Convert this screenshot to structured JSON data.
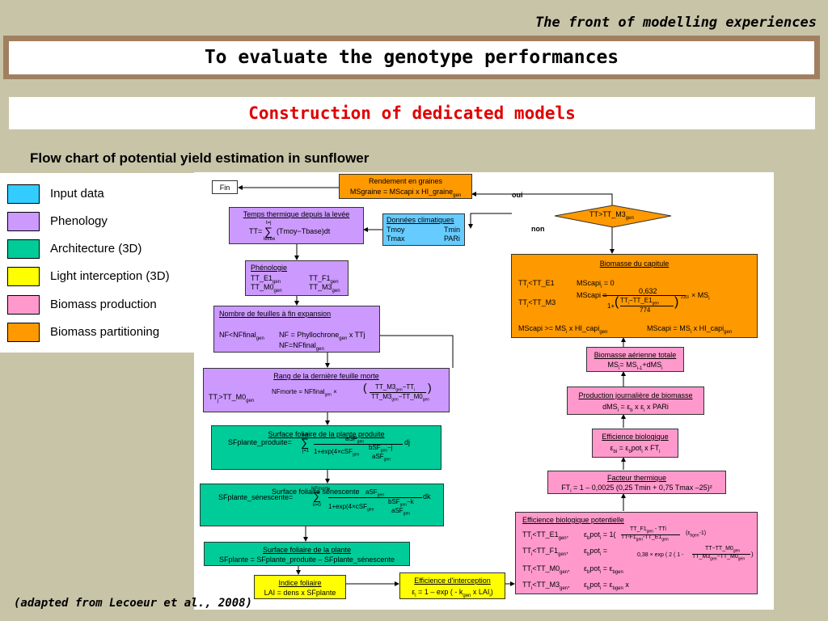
{
  "header": {
    "section": "The front of modelling experiences"
  },
  "title": "To evaluate the genotype performances",
  "subtitle": "Construction of dedicated models",
  "flow_title": "Flow chart of potential yield estimation in sunflower",
  "legend": [
    {
      "label": "Input data",
      "color": "#33ccff"
    },
    {
      "label": "Phenology",
      "color": "#cc99ff"
    },
    {
      "label": "Architecture (3D)",
      "color": "#00cc99"
    },
    {
      "label": "Light interception (3D)",
      "color": "#ffff00"
    },
    {
      "label": "Biomass production",
      "color": "#ff99cc"
    },
    {
      "label": "Biomass partitioning",
      "color": "#ff9900"
    }
  ],
  "diagram": {
    "fin": "Fin",
    "oui": "oui",
    "non": "non",
    "rendement": {
      "title": "Rendement en graines",
      "formula": "MSgraine = MScapi x HI_graine",
      "sub": "gen"
    },
    "decision": {
      "text": "TT>TT_M3",
      "sub": "gen"
    },
    "temps": {
      "title": "Temps thermique depuis la levée",
      "lhs": "TT=",
      "sum_top": "t=j",
      "sum_bottom": "levée",
      "rhs": "(Tmoy−Tbase)dt"
    },
    "climat": {
      "title": "Données climatiques",
      "r1a": "Tmoy",
      "r1b": "Tmin",
      "r2a": "Tmax",
      "r2b": "PARi"
    },
    "phenologie": {
      "title": "Phénologie",
      "a": "TT_E1",
      "b": "TT_F1",
      "c": "TT_M0",
      "d": "TT_M3",
      "sa": "gen",
      "sb": "gen",
      "sc": "gen",
      "sd": "gen"
    },
    "feuilles": {
      "title": "Nombre de feuilles à fin expansion",
      "cond": "NF<NFfinal",
      "cond_sub": "gen",
      "eq1": "NF = Phyllochrone",
      "eq1_sub": "gen",
      "eq1_tail": " x TTj",
      "eq2": "NF=NFfinal",
      "eq2_sub": "gen"
    },
    "rang": {
      "title": "Rang de la dernière feuille morte",
      "cond": "TT",
      "cond_i": "j",
      "cond_tail": ">TT_M0",
      "cond_sub": "gen",
      "lhs": "NFmorte = NFfinal",
      "lhs_sub": "gen",
      "times": "×",
      "num": "TT_M3",
      "num_sub": "gen",
      "num_tail": "−TT",
      "num_i": "i",
      "den": "TT_M3",
      "den_sub": "gen",
      "den_mid": "−TT_M0",
      "den_sub2": "gen"
    },
    "surface_produite": {
      "title": "Surface foliaire de la plante produite",
      "lhs": "SFplante_produite=",
      "sum_top": "NF",
      "sum_bottom": "j=1",
      "num": "aSF",
      "num_sub": "gen",
      "dj": "dj",
      "den_a": "1+exp(4×cSF",
      "den_sub": "gen",
      "den_b": "bSF",
      "den_b_sub": "gen",
      "den_c": "−j",
      "den_d": "aSF",
      "den_d_sub": "gen"
    },
    "surface_senescente": {
      "title": "Surface foliaire sénescente",
      "lhs": "SFplante_sénescente=",
      "sum_top": "NFmorte",
      "sum_bottom": "k=0",
      "num": "aSF",
      "num_sub": "gen",
      "dk": "dk",
      "den_a": "1+exp(4×cSF",
      "den_sub": "gen",
      "den_b": "bSF",
      "den_b_sub": "gen",
      "den_c": "−k",
      "den_d": "aSF",
      "den_d_sub": "gen"
    },
    "surface_plante": {
      "title": "Surface foliaire de la plante",
      "formula": "SFplante = SFplante_produite – SFplante_sénescente"
    },
    "indice": {
      "title": "Indice foliaire",
      "formula": "LAI = dens x SFplante"
    },
    "interception": {
      "title": "Efficience d'interception",
      "formula_a": "ε",
      "formula_a_sub": "i",
      "formula_b": " = 1 – exp ( - k",
      "formula_b_sub": "gen",
      "formula_c": " x LAI",
      "formula_c_sub": "i",
      "formula_d": ")"
    },
    "capitule": {
      "title": "Biomasse du capitule",
      "r1_cond": "TT",
      "r1_i": "i",
      "r1_tail": "<TT_E1",
      "r1_eq": "MScapi",
      "r1_eq_i": "i",
      "r1_val": " = 0",
      "r2_cond": "TT",
      "r2_i": "i",
      "r2_tail": "<TT_M3",
      "r2_lhs": "MScapi =",
      "r2_num": "0,632",
      "r2_den_a": "1+",
      "r2_den_b": "TT",
      "r2_den_b_i": "i",
      "r2_den_c": "−TT_E1",
      "r2_den_c_sub": "gen",
      "r2_den_d": "774",
      "r2_exp": "2,83",
      "r2_tail_eq": "× MS",
      "r2_tail_i": "i",
      "r3_a": "MScapi >= MS",
      "r3_a_i": "i",
      "r3_b": " x HI_capi",
      "r3_b_sub": "gen",
      "r3_c": "MScapi = MS",
      "r3_c_i": "i",
      "r3_d": " x HI_capi",
      "r3_d_sub": "gen"
    },
    "aerienne": {
      "title": "Biomasse aérienne totale",
      "a": "MS",
      "a_i": "i",
      "b": "=  MS",
      "b_i": "i-1",
      "c": "+dMS",
      "c_i": "i"
    },
    "production": {
      "title": "Production journalière de biomasse",
      "a": "dMS",
      "a_i": "i",
      "b": " = ε",
      "b_sub": "b",
      "c": " x ε",
      "c_sub": "i",
      "d": " x PARi"
    },
    "efficience": {
      "title": "Efficience biologique",
      "a": "ε",
      "a_sub": "bi",
      "b": " = ε",
      "b_sub": "b",
      "c": "pot",
      "c_sub": "i",
      "d": " x FT",
      "d_sub": "i"
    },
    "facteur": {
      "title": "Facteur thermique",
      "a": "FT",
      "a_sub": "i",
      "b": " = 1 – 0,0025 (0,25 Tmin + 0,75 Tmax –25)²"
    },
    "potentielle": {
      "title": "Efficience biologique potentielle",
      "rows": [
        {
          "cond": "TT",
          "cond_i": "i",
          "tail": "<TT_E1",
          "tail_sub": "gen",
          "sep": ",",
          "eq": "ε",
          "eq_sub": "b",
          "eq_tail": "pot",
          "eq_i": "i",
          "val": " = 1("
        },
        {
          "cond": "TT",
          "cond_i": "i",
          "tail": "<TT_F1",
          "tail_sub": "gen",
          "sep": ",",
          "eq": "ε",
          "eq_sub": "b",
          "eq_tail": "pot",
          "eq_i": "i",
          "val": " ="
        },
        {
          "cond": "TT",
          "cond_i": "i",
          "tail": "<TT_M0",
          "tail_sub": "gen",
          "sep": ",",
          "eq": "ε",
          "eq_sub": "b",
          "eq_tail": "pot",
          "eq_i": "i",
          "val": " = ε"
        },
        {
          "cond": "TT",
          "cond_i": "i",
          "tail": "<TT_M3",
          "tail_sub": "gen",
          "sep": ",",
          "eq": "ε",
          "eq_sub": "b",
          "eq_tail": "pot",
          "eq_i": "i",
          "val": " = ε"
        }
      ],
      "r1_frac_num": "TT_F1",
      "r1_frac_num_sub": "gen",
      "r1_frac_num_tail": " - TTi",
      "r1_frac_den": "TT-F1",
      "r1_frac_den_sub": "gen",
      "r1_frac_den_tail": "-TT_E1",
      "r1_frac_den_sub2": "gen",
      "r1_mult": "(ε",
      "r1_mult_sub": "bgen",
      "r1_mult_tail": "-1)",
      "r2_expr": "0,38 × exp ( 2 ( 1 -",
      "r2_num": "TT−TT_M0",
      "r2_num_sub": "gen",
      "r2_den": "TT_M3",
      "r2_den_sub": "gen",
      "r2_den_tail": "−TT_M0",
      "r2_den_sub2": "gen",
      "r2_close": ")",
      "r3_sub": "bgen",
      "r4_sub": "bgen",
      "r4_tail": " x"
    }
  },
  "footer": "(adapted from Lecoeur et al., 2008)"
}
